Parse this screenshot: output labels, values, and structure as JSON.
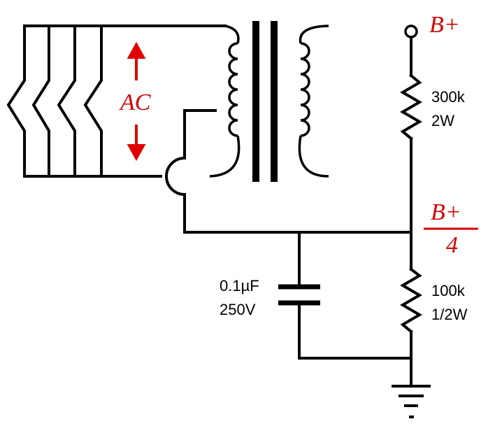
{
  "labels": {
    "ac": "AC",
    "b_plus": "B+",
    "b_plus_over4_num": "B+",
    "b_plus_over4_den": "4",
    "r1_value": "300k",
    "r1_rating": "2W",
    "r2_value": "100k",
    "r2_rating": "1/2W",
    "cap_value": "0.1µF",
    "cap_rating": "250V"
  },
  "colors": {
    "wire": "#000000",
    "annotation": "#d40000"
  }
}
